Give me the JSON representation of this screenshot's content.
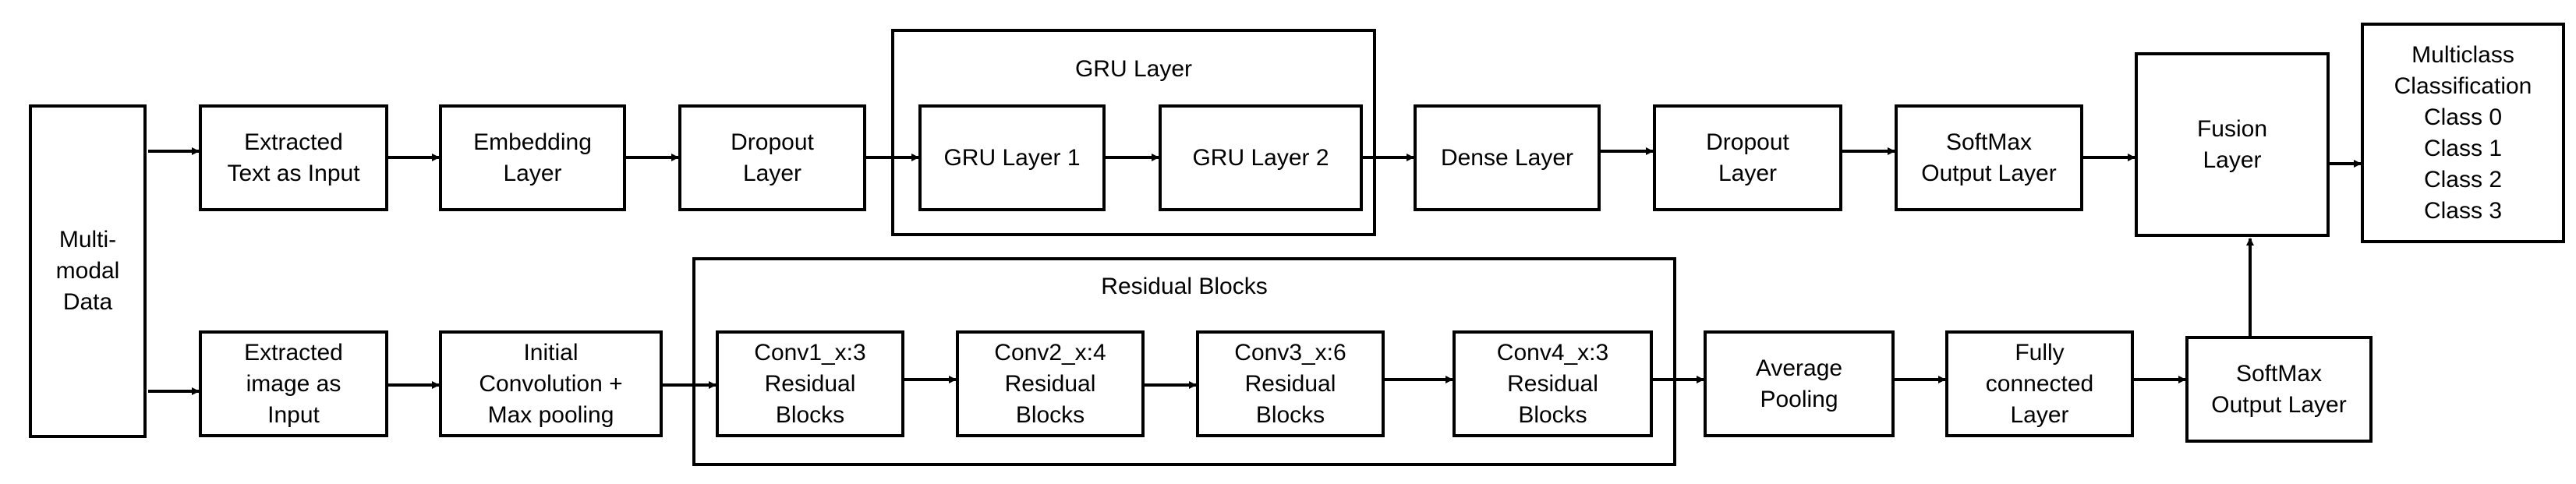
{
  "groups": {
    "gru": {
      "title": "GRU Layer"
    },
    "residual": {
      "title": "Residual Blocks"
    }
  },
  "nodes": {
    "multimodal": [
      "Multi-",
      "modal",
      "Data"
    ],
    "text_input": [
      "Extracted",
      "Text as Input"
    ],
    "embedding": [
      "Embedding",
      "Layer"
    ],
    "dropout1": [
      "Dropout",
      "Layer"
    ],
    "gru1": [
      "GRU Layer 1"
    ],
    "gru2": [
      "GRU Layer 2"
    ],
    "dense": [
      "Dense Layer"
    ],
    "dropout2": [
      "Dropout",
      "Layer"
    ],
    "softmax_text": [
      "SoftMax",
      "Output Layer"
    ],
    "fusion": [
      "Fusion",
      "Layer"
    ],
    "classification": [
      "Multiclass",
      "Classification",
      "Class 0",
      "Class 1",
      "Class 2",
      "Class 3"
    ],
    "image_input": [
      "Extracted",
      "image as",
      "Input"
    ],
    "initial_conv": [
      "Initial",
      "Convolution +",
      "Max pooling"
    ],
    "conv1": [
      "Conv1_x:3",
      "Residual",
      "Blocks"
    ],
    "conv2": [
      "Conv2_x:4",
      "Residual",
      "Blocks"
    ],
    "conv3": [
      "Conv3_x:6",
      "Residual",
      "Blocks"
    ],
    "conv4": [
      "Conv4_x:3",
      "Residual",
      "Blocks"
    ],
    "avg_pool": [
      "Average",
      "Pooling"
    ],
    "fully_connected": [
      "Fully",
      "connected",
      "Layer"
    ],
    "softmax_image": [
      "SoftMax",
      "Output Layer"
    ]
  }
}
